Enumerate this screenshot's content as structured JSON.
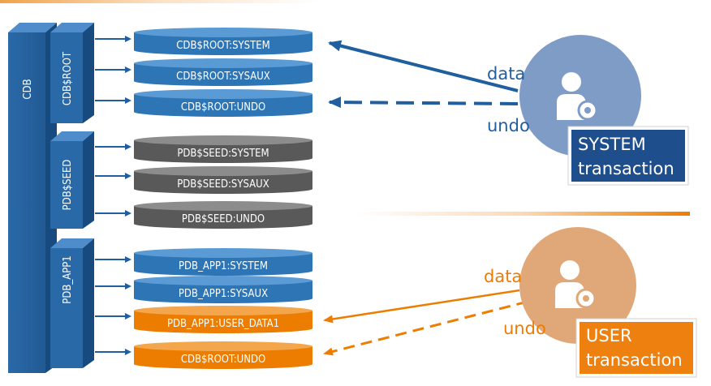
{
  "containers": {
    "cdb": "CDB",
    "cdb_root": "CDB$ROOT",
    "pdb_seed": "PDB$SEED",
    "pdb_app1": "PDB_APP1"
  },
  "tablespaces": {
    "cdb_root": [
      "CDB$ROOT:SYSTEM",
      "CDB$ROOT:SYSAUX",
      "CDB$ROOT:UNDO"
    ],
    "pdb_seed": [
      "PDB$SEED:SYSTEM",
      "PDB$SEED:SYSAUX",
      "PDB$SEED:UNDO"
    ],
    "pdb_app1": [
      "PDB_APP1:SYSTEM",
      "PDB_APP1:SYSAUX",
      "PDB_APP1:USER_DATA1",
      "CDB$ROOT:UNDO"
    ]
  },
  "system_transaction": {
    "data_label": "data",
    "undo_label": "undo",
    "box_line1": "SYSTEM",
    "box_line2": "transaction",
    "icon": "user-gear-icon"
  },
  "user_transaction": {
    "data_label": "data",
    "undo_label": "undo",
    "box_line1": "USER",
    "box_line2": "transaction",
    "icon": "user-gear-icon"
  },
  "colors": {
    "blue": "#2e75b6",
    "blue_dark": "#1f4e79",
    "gray": "#595959",
    "orange": "#ed7d00",
    "system_circle": "#7f9cc6",
    "user_circle": "#e0a878",
    "system_box": "#1f4e8c",
    "user_box": "#ee8010"
  }
}
